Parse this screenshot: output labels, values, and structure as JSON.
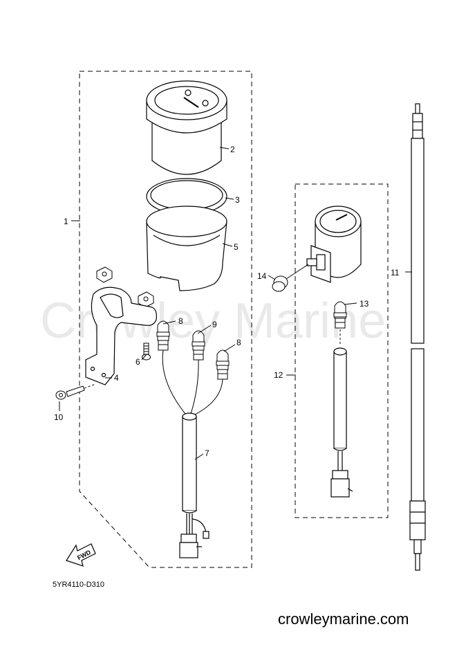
{
  "watermark": "Crowley Marine",
  "diagram_code": "5YR4110-D310",
  "site_url": "crowleymarine.com",
  "fwd_label": "FWD",
  "callouts": {
    "c1": "1",
    "c2": "2",
    "c3": "3",
    "c4": "4",
    "c5": "5",
    "c6": "6",
    "c7": "7",
    "c8a": "8",
    "c8b": "8",
    "c9": "9",
    "c10": "10",
    "c11": "11",
    "c12": "12",
    "c13": "13",
    "c14": "14"
  }
}
